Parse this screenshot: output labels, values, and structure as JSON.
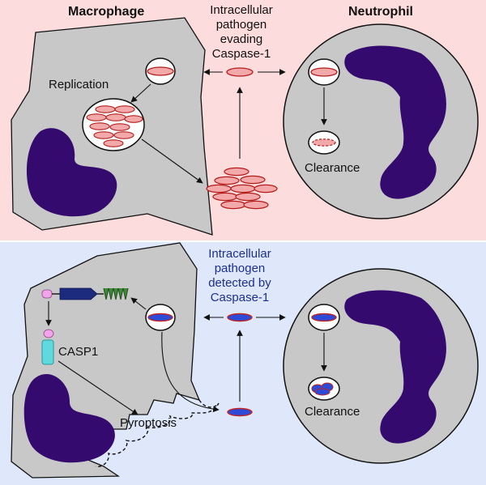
{
  "top_panel": {
    "macrophage_label": "Macrophage",
    "neutrophil_label": "Neutrophil",
    "pathogen_label": [
      "Intracellular",
      "pathogen",
      "evading",
      "Caspase-1"
    ],
    "replication_label": "Replication",
    "clearance_label": "Clearance"
  },
  "bottom_panel": {
    "pathogen_label": [
      "Intracellular",
      "pathogen",
      "detected by",
      "Caspase-1"
    ],
    "casp1_label": "CASP1",
    "pyroptosis_label": "Pyroptosis",
    "clearance_label": "Clearance"
  },
  "colors": {
    "top_background": "#fcdcdc",
    "bottom_background": "#dfe8fa",
    "cell_fill": "#c8c8c8",
    "nucleus": "#350a6e",
    "pathogen_red": "#f3a9a9",
    "pathogen_blue": "#2d4bd6",
    "label_blue": "#1c2f8f",
    "caspase_cyan": "#5fd9de",
    "pink_domain": "#f2a3ea",
    "navy_domain": "#1c2b7e",
    "green_domain": "#3f8b3a"
  }
}
